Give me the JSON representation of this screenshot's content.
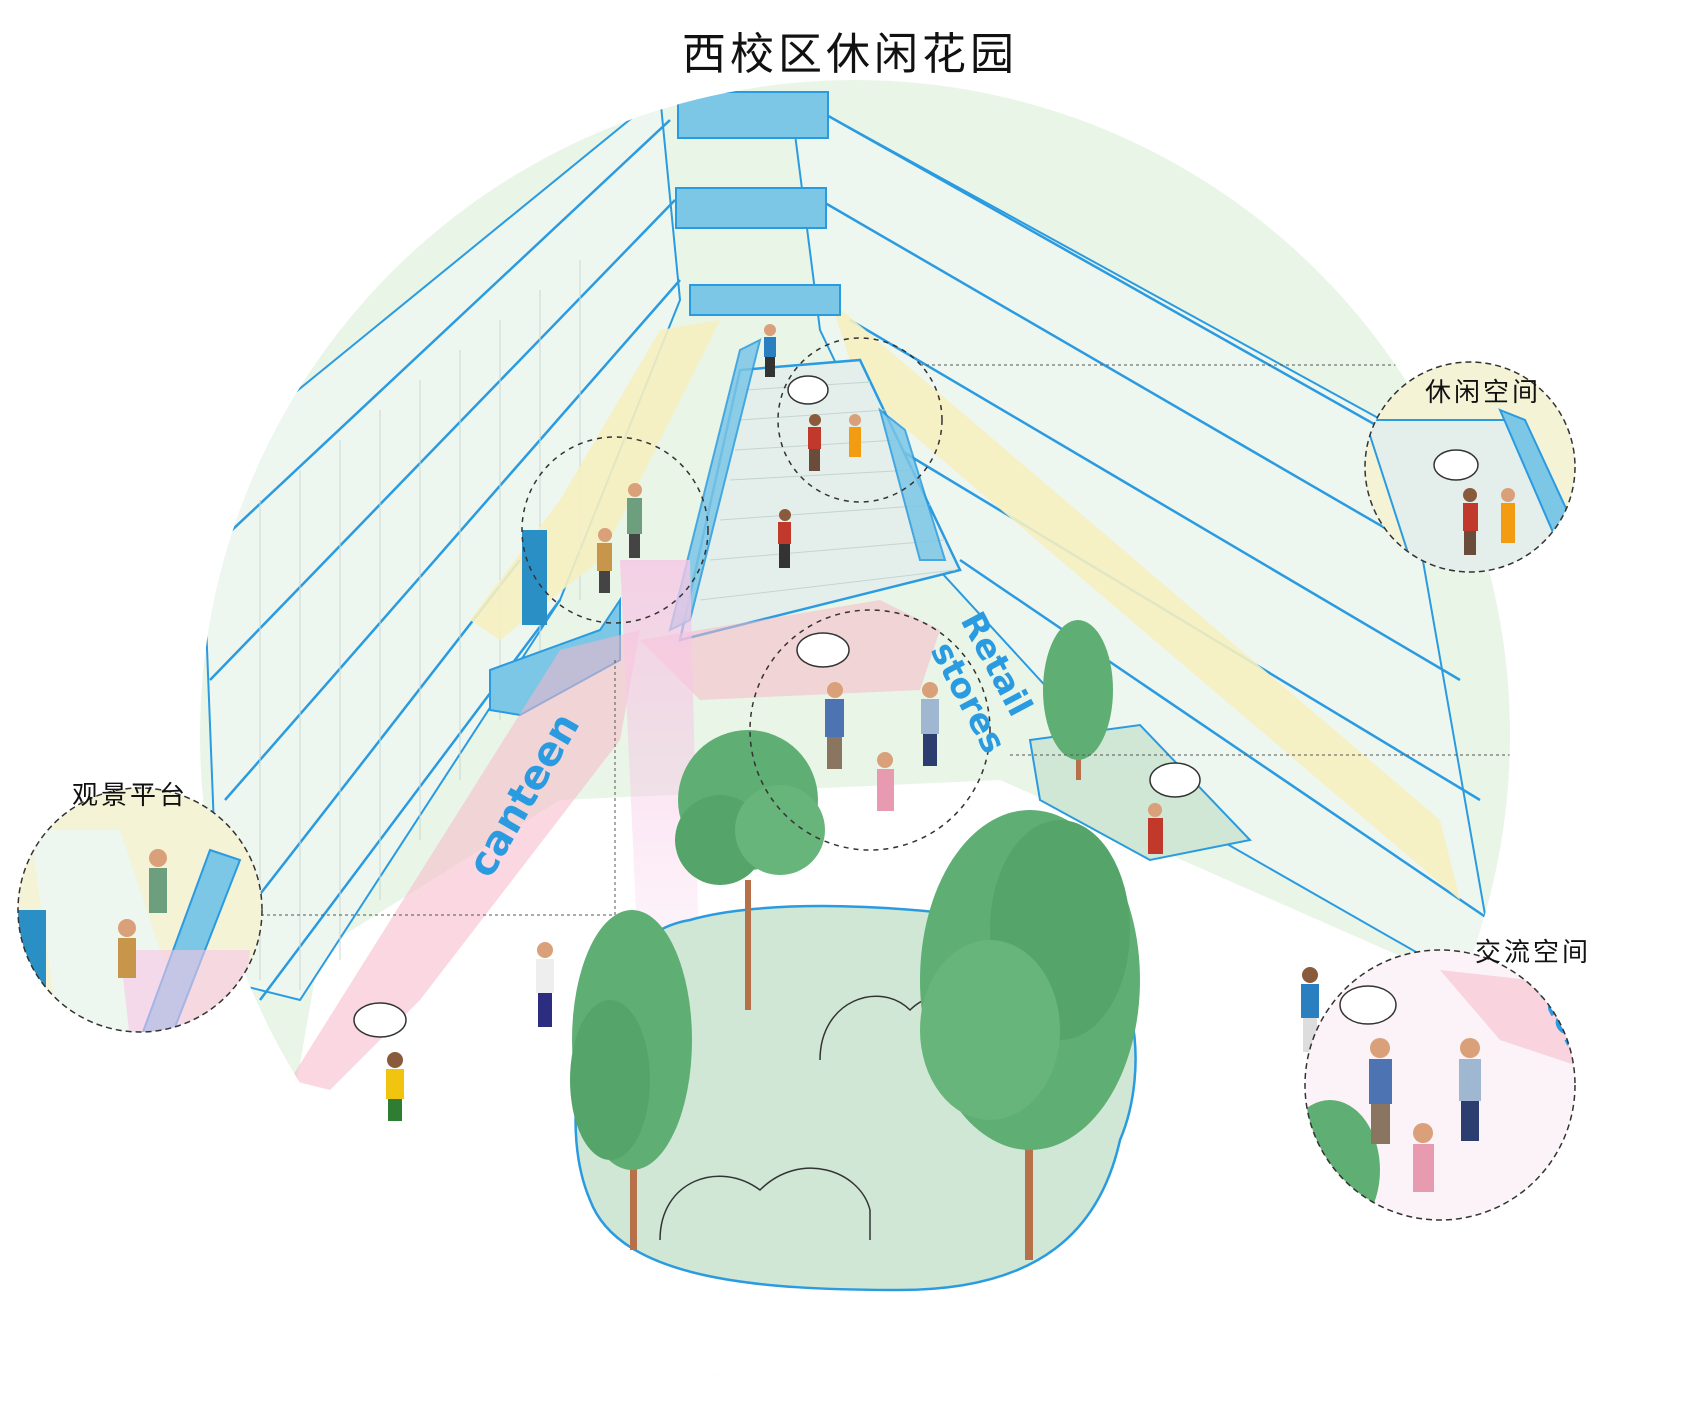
{
  "title": "西校区休闲花园",
  "zones": {
    "leisure": "休闲空间",
    "viewing": "观景平台",
    "exchange": "交流空间"
  },
  "flows": {
    "canteen": "canteen",
    "retail_line1": "Retail",
    "retail_line2": "stores",
    "retail_inset_line1": "Retail",
    "retail_inset_line2": "stores"
  },
  "colors": {
    "outline": "#2a9be0",
    "glass": "#7cc6e6",
    "floor_yellow": "#f6efc0",
    "ground": "#e6f4e4",
    "tree": "#5fae73",
    "flow_arrow": "#f7b8c8"
  }
}
